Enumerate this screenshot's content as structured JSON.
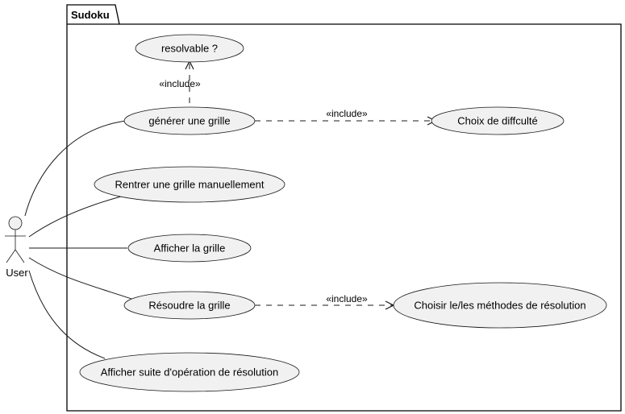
{
  "package": {
    "title": "Sudoku"
  },
  "actor": {
    "label": "User"
  },
  "use_cases": {
    "resolvable": "resolvable ?",
    "generer": "générer une grille",
    "choix_difficulte": "Choix de diffculté",
    "rentrer": "Rentrer une grille manuellement",
    "afficher": "Afficher la grille",
    "resoudre": "Résoudre la grille",
    "choisir_methodes": "Choisir le/les méthodes de résolution",
    "afficher_suite": "Afficher suite d'opération de résolution"
  },
  "relations": {
    "include_resolvable": "«include»",
    "include_difficulte": "«include»",
    "include_methodes": "«include»"
  }
}
